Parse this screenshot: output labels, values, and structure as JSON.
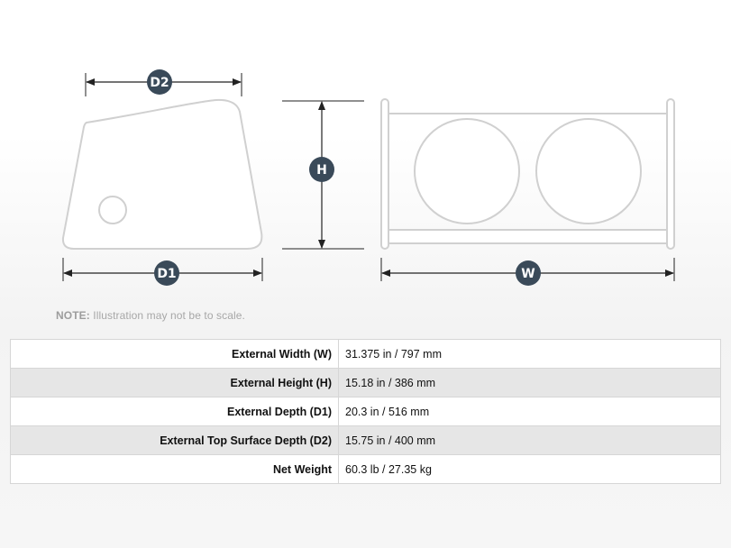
{
  "diagram": {
    "labels": {
      "d2": "D2",
      "h": "H",
      "d1": "D1",
      "w": "W"
    },
    "colors": {
      "badge": "#3a4a59",
      "outline": "#d0d0d0",
      "arrow": "#222222"
    }
  },
  "note": {
    "prefix": "NOTE:",
    "text": " Illustration may not be to scale."
  },
  "specs": [
    {
      "label": "External Width (W)",
      "value": "31.375 in / 797 mm"
    },
    {
      "label": "External Height (H)",
      "value": "15.18 in / 386 mm"
    },
    {
      "label": "External Depth (D1)",
      "value": "20.3 in / 516 mm"
    },
    {
      "label": "External Top Surface Depth (D2)",
      "value": "15.75 in / 400 mm"
    },
    {
      "label": "Net Weight",
      "value": "60.3 lb / 27.35 kg"
    }
  ]
}
